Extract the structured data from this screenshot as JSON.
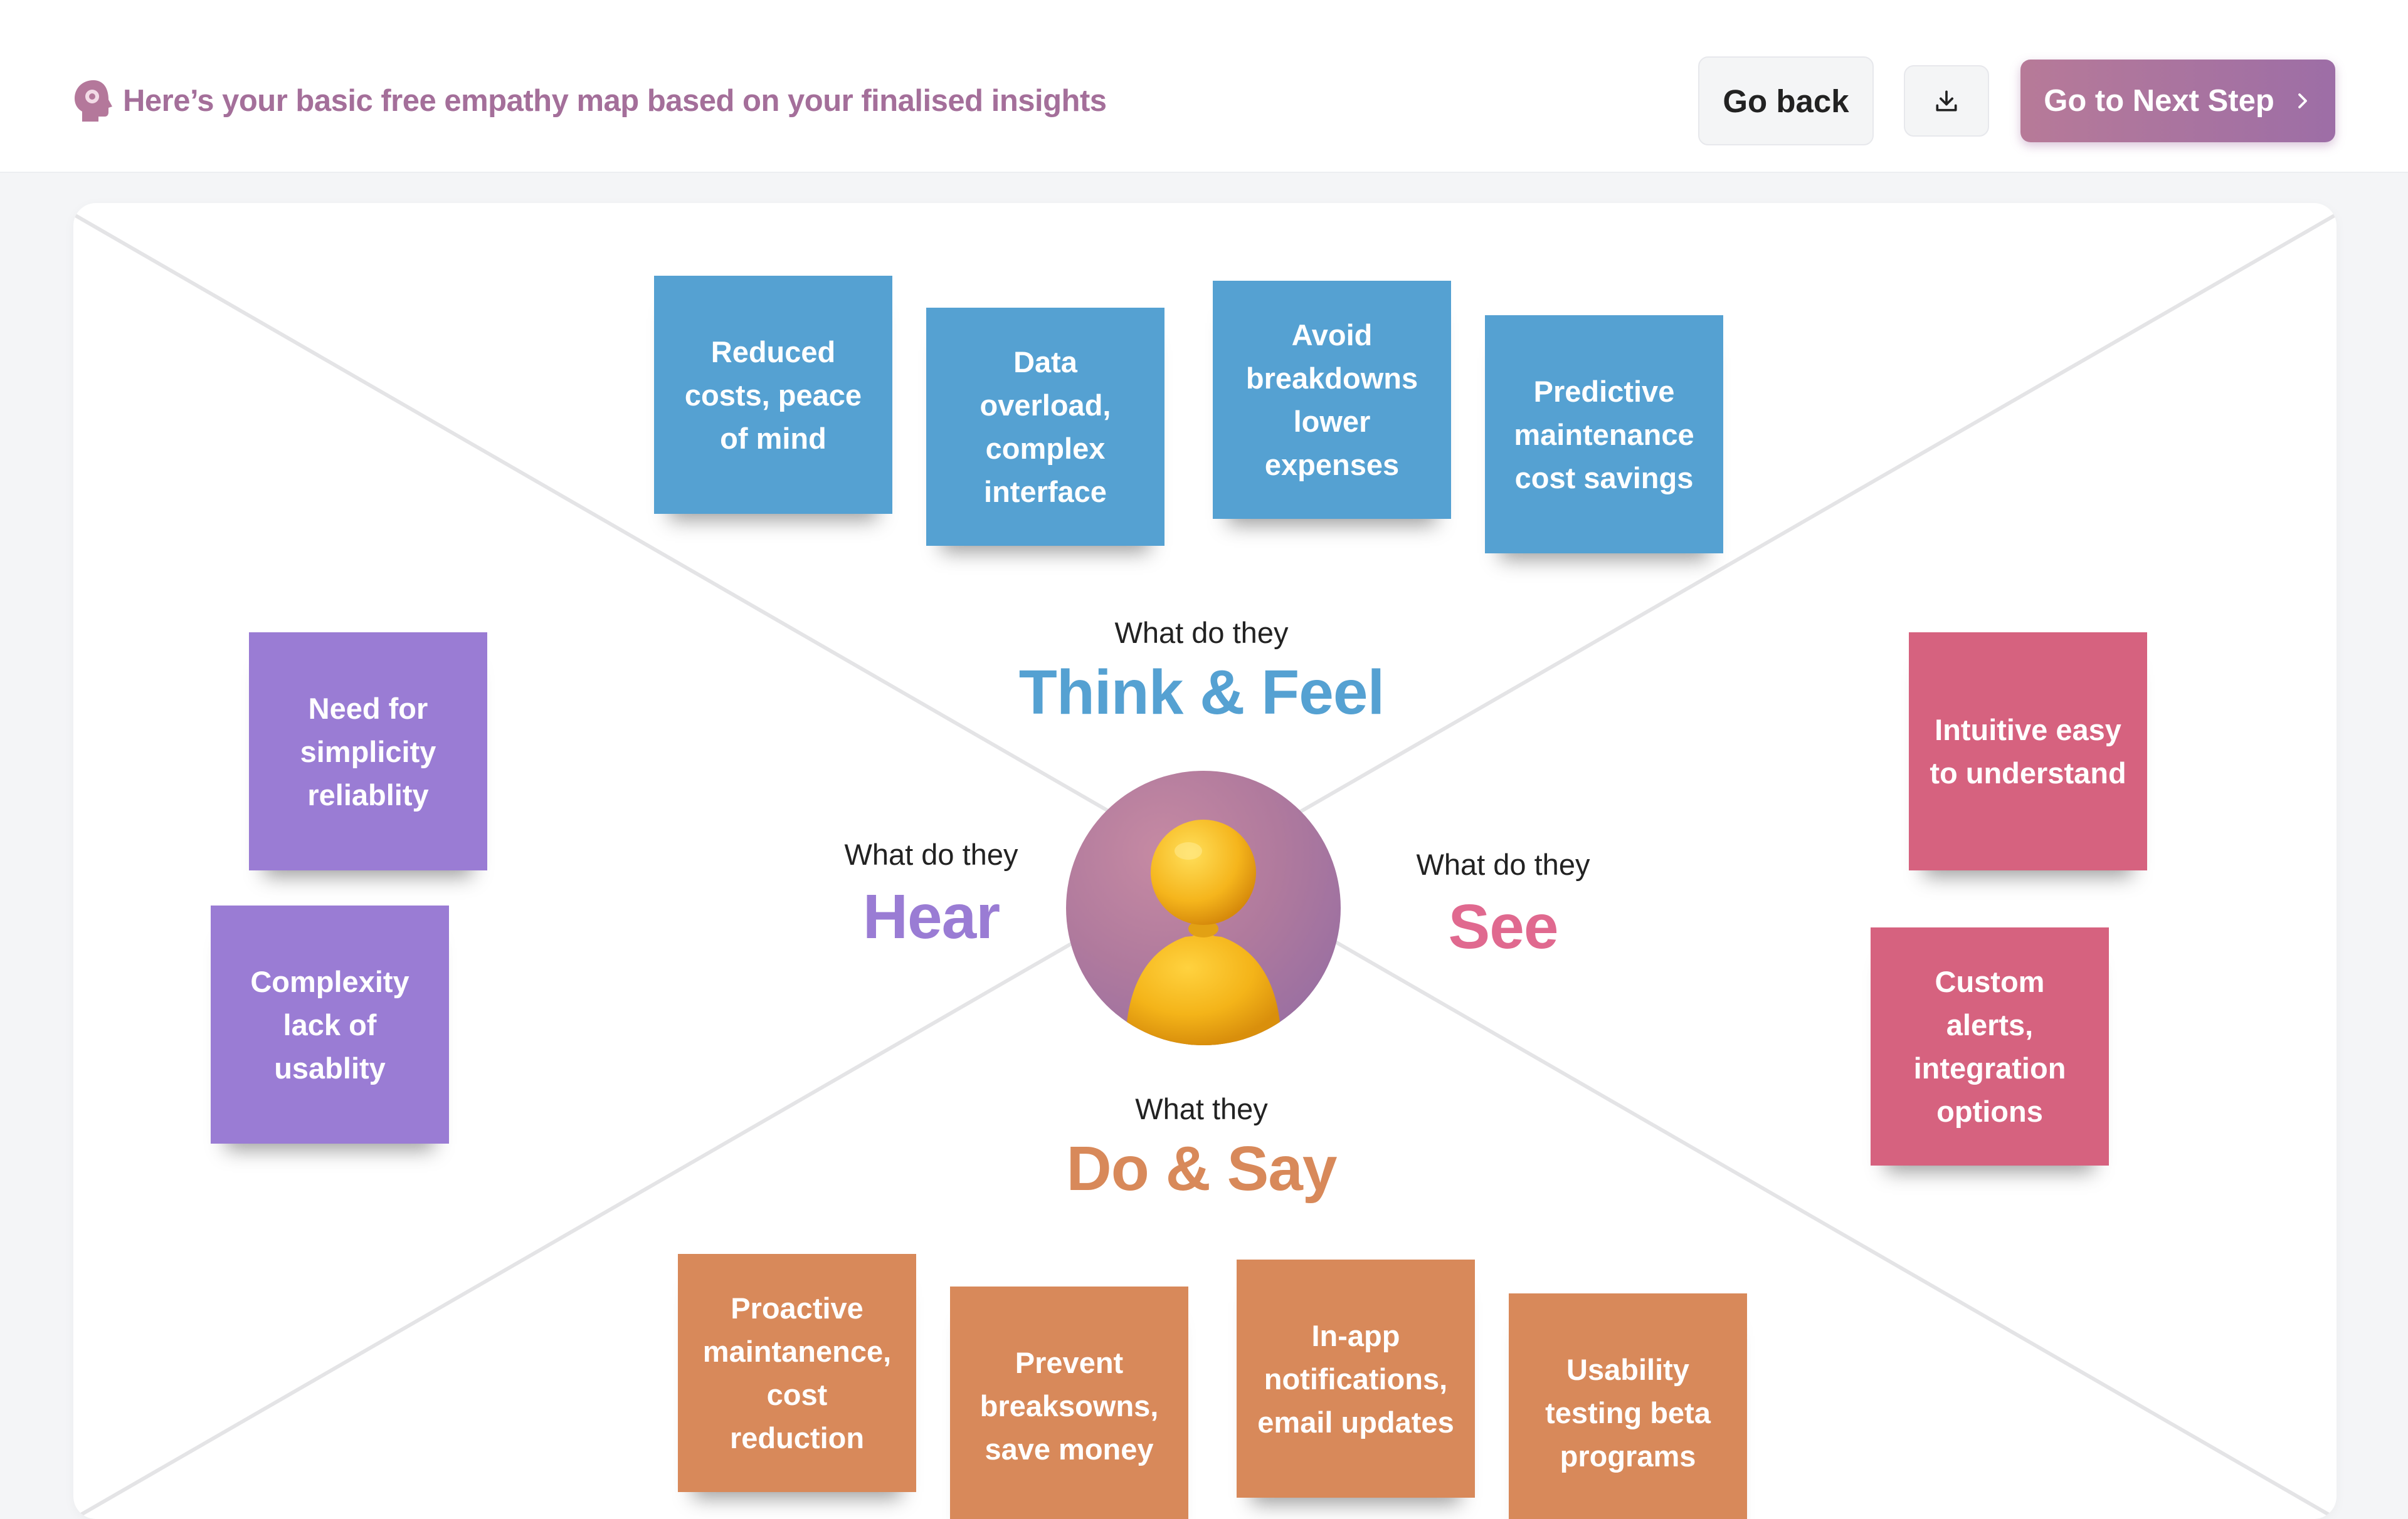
{
  "header": {
    "title": "Here’s your basic free empathy map based on your finalised insights",
    "back_label": "Go back",
    "next_label": "Go to Next Step"
  },
  "quadrants": {
    "think_feel": {
      "prompt": "What do they",
      "title": "Think & Feel",
      "color": "#55a1d2",
      "notes": [
        "Reduced costs, peace of mind",
        "Data overload, complex interface",
        "Avoid breakdowns lower expenses",
        "Predictive maintenance cost savings"
      ]
    },
    "hear": {
      "prompt": "What do they",
      "title": "Hear",
      "color": "#9a7cd4",
      "notes": [
        "Need for simplicity reliablity",
        "Complexity lack of usablity"
      ]
    },
    "see": {
      "prompt": "What do they",
      "title": "See",
      "color": "#d6627f",
      "notes": [
        "Intuitive easy to understand",
        "Custom alerts, integration options"
      ]
    },
    "do_say": {
      "prompt": "What they",
      "title": "Do & Say",
      "color": "#d8895a",
      "notes": [
        "Proactive maintanence, cost reduction",
        "Prevent breaksowns, save money",
        "In-app notifications, email updates",
        "Usability testing beta programs"
      ]
    }
  },
  "icons": {
    "header": "head-brain-icon",
    "download": "download-icon",
    "next": "chevron-right-icon",
    "avatar": "person-figure-icon"
  }
}
